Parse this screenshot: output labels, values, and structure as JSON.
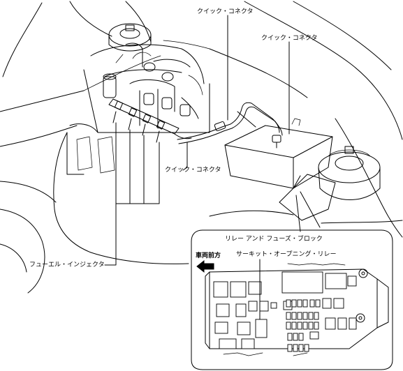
{
  "labels": {
    "quick_connector_top": "クイック・コネクタ",
    "quick_connector_right": "クイック・コネクタ",
    "quick_connector_middle": "クイック・コネクタ",
    "fuel_injector": "フューエル・インジェクタ",
    "relay_fuse_block": "リレー アンド フューズ・ブロック",
    "vehicle_front": "車両前方",
    "circuit_opening_relay": "サーキット・オープニング・リレー"
  },
  "colors": {
    "line": "#000000",
    "background": "#ffffff"
  }
}
